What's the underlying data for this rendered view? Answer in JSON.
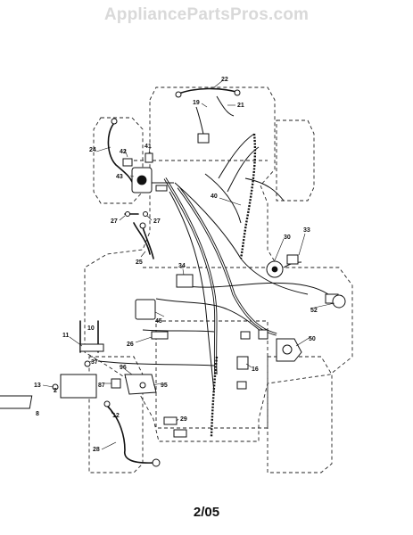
{
  "header": {
    "watermark": "AppliancePartsPros.com"
  },
  "footer": {
    "date_code": "2/05"
  },
  "callouts": [
    "22",
    "19",
    "21",
    "24",
    "42",
    "41",
    "43",
    "40",
    "27",
    "27",
    "25",
    "30",
    "33",
    "34",
    "52",
    "45",
    "26",
    "11",
    "10",
    "37",
    "50",
    "13",
    "2",
    "8",
    "96",
    "87",
    "95",
    "16",
    "29",
    "12",
    "28"
  ]
}
